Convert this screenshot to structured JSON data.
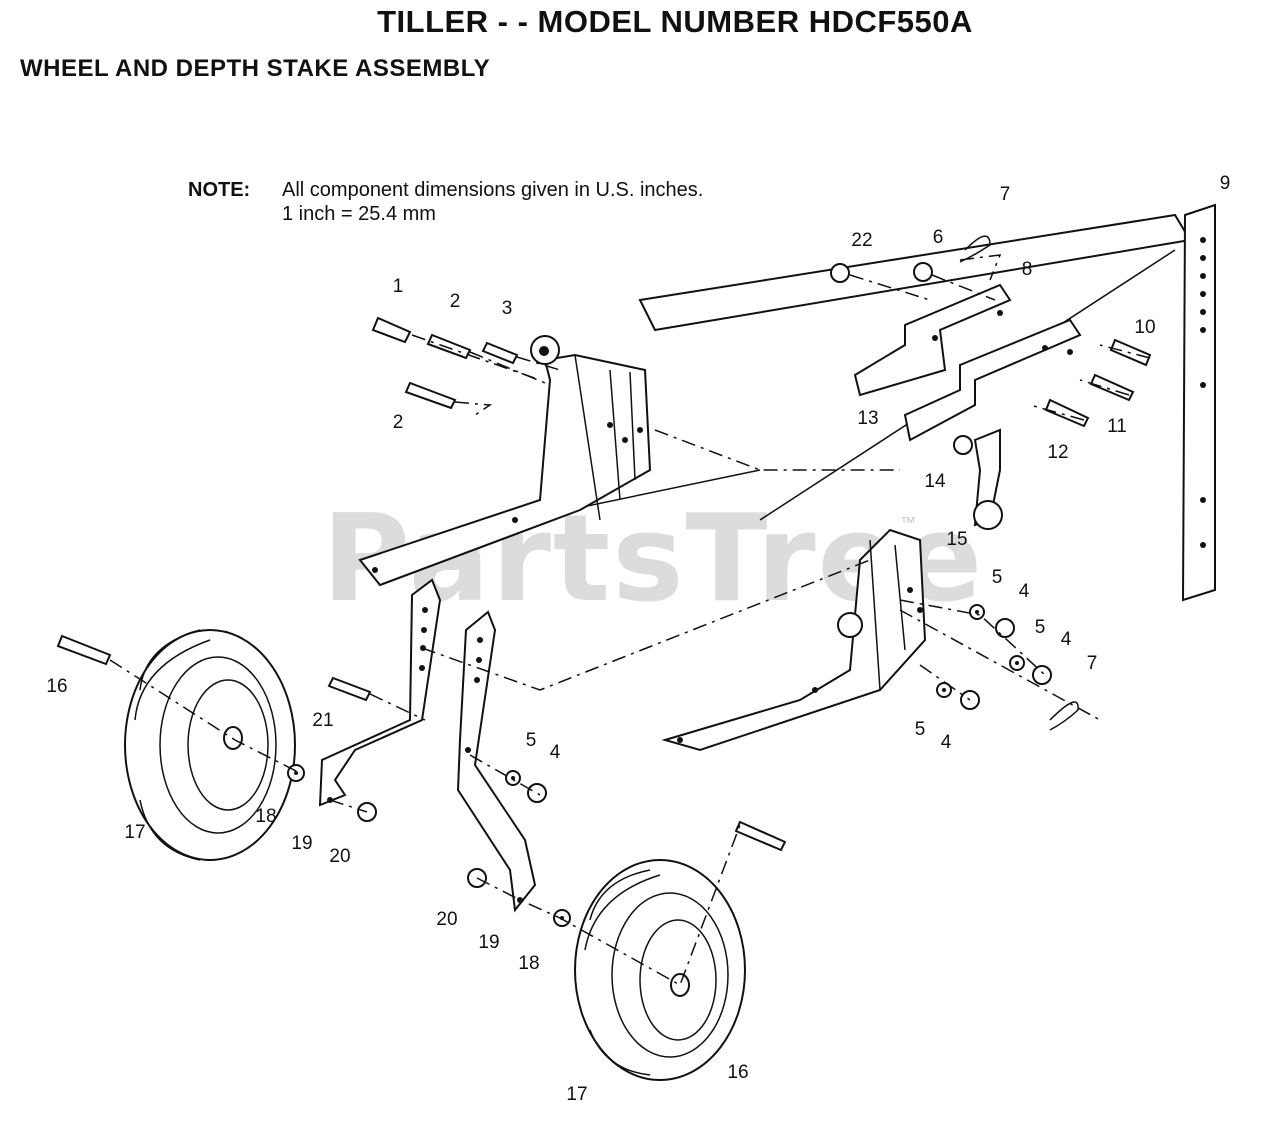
{
  "header": {
    "title": "TILLER - - MODEL NUMBER HDCF550A",
    "subtitle": "WHEEL AND DEPTH STAKE ASSEMBLY"
  },
  "note": {
    "label": "NOTE:",
    "line1": "All component dimensions given in U.S. inches.",
    "line2": "1 inch = 25.4 mm"
  },
  "watermark": {
    "text": "PartsTree",
    "tm": "™"
  },
  "callouts": [
    "1",
    "2",
    "3",
    "2",
    "22",
    "6",
    "7",
    "8",
    "9",
    "10",
    "13",
    "11",
    "12",
    "14",
    "15",
    "5",
    "4",
    "5",
    "4",
    "7",
    "5",
    "4",
    "16",
    "21",
    "5",
    "4",
    "18",
    "17",
    "19",
    "20",
    "20",
    "19",
    "18",
    "16",
    "17"
  ]
}
